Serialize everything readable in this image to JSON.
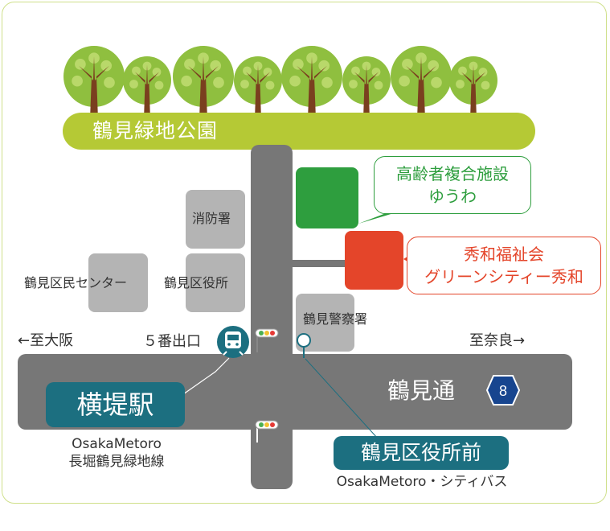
{
  "park": {
    "label": "鶴見緑地公園"
  },
  "buildings": {
    "fire_station": "消防署",
    "ward_office": "鶴見区役所",
    "ward_center": "鶴見区民センター",
    "police": "鶴見警察署"
  },
  "callouts": {
    "elderly_facility": {
      "line1": "高齢者複合施設",
      "line2": "ゆうわ"
    },
    "welfare": {
      "line1": "秀和福祉会",
      "line2": "グリーンシティー秀和"
    }
  },
  "directions": {
    "west": "←至大阪",
    "east": "至奈良→"
  },
  "exit_label": "５番出口",
  "road": {
    "name": "鶴見通",
    "route_number": "8"
  },
  "stations": {
    "subway": {
      "name": "横堤駅",
      "operator": "OsakaMetoro",
      "line": "長堀鶴見緑地線"
    },
    "bus": {
      "name": "鶴見区役所前",
      "operator": "OsakaMetoro・シティバス"
    }
  },
  "colors": {
    "park_green": "#b5c935",
    "tree_canopy": "#8fbf3f",
    "road_gray": "#777777",
    "building_gray": "#b4b4b4",
    "facility_green": "#2e9e3e",
    "facility_red": "#e4452a",
    "station_teal": "#1c6f80",
    "route_marker_blue": "#17458f"
  }
}
